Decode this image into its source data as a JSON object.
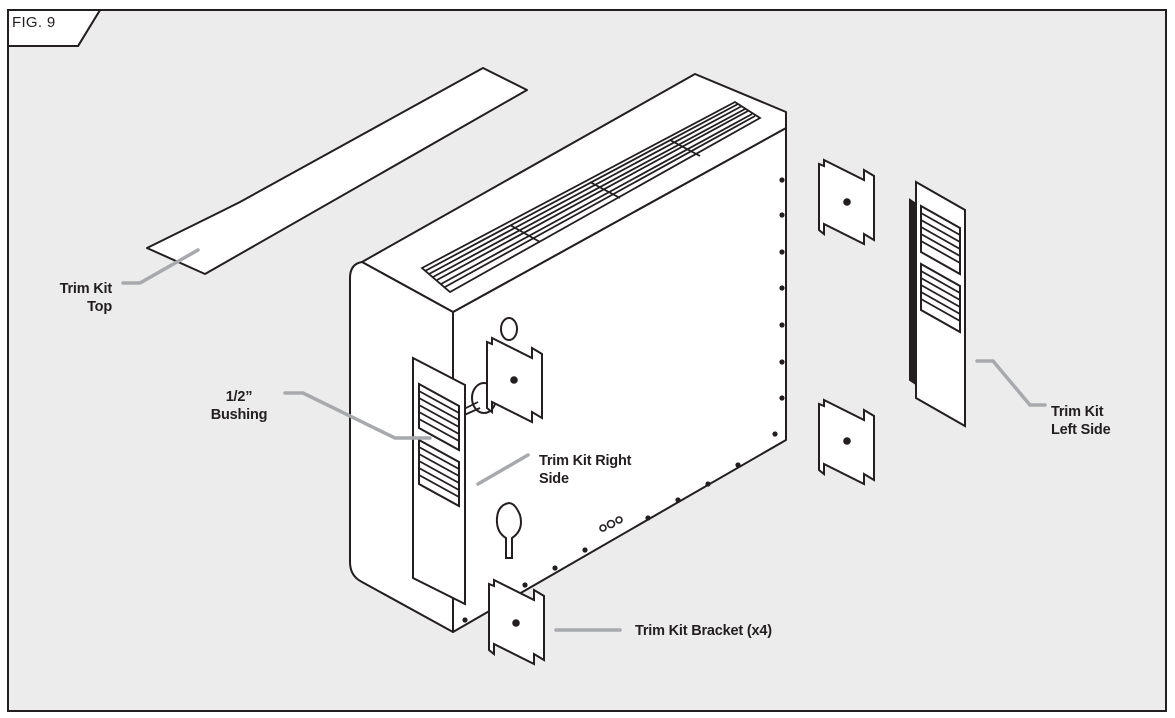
{
  "figure": {
    "label": "FIG. 9"
  },
  "colors": {
    "frame_fill": "#ececec",
    "frame_stroke": "#231f20",
    "part_fill": "#ffffff",
    "leader": "#a7a9ac",
    "text": "#231f20"
  },
  "callouts": {
    "trim_kit_top": {
      "line1": "Trim Kit",
      "line2": "Top"
    },
    "bushing": {
      "line1": "1/2”",
      "line2": "Bushing"
    },
    "trim_kit_right_side": {
      "line1": "Trim Kit Right",
      "line2": "Side"
    },
    "trim_kit_left_side": {
      "line1": "Trim Kit",
      "line2": "Left Side"
    },
    "trim_kit_bracket": {
      "line1": "Trim Kit Bracket (x4)"
    }
  }
}
